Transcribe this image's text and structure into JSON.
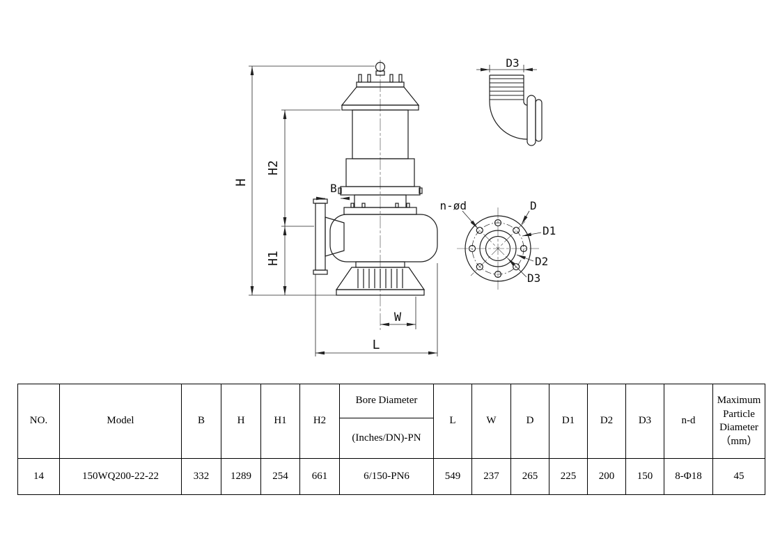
{
  "drawing": {
    "pump_view": {
      "dim_H": "H",
      "dim_H2": "H2",
      "dim_H1": "H1",
      "dim_B": "B",
      "dim_W": "W",
      "dim_L": "L"
    },
    "elbow_view": {
      "dim_D3": "D3"
    },
    "flange_view": {
      "label_n_od": "n-ød",
      "label_D": "D",
      "label_D1": "D1",
      "label_D2": "D2",
      "label_D3": "D3"
    }
  },
  "table": {
    "headers": {
      "no": "NO.",
      "model": "Model",
      "b": "B",
      "h": "H",
      "h1": "H1",
      "h2": "H2",
      "bore_line1": "Bore Diameter",
      "bore_line2": "(Inches/DN)-PN",
      "l": "L",
      "w": "W",
      "d": "D",
      "d1": "D1",
      "d2": "D2",
      "d3": "D3",
      "n_d": "n-d",
      "max_particle": "Maximum Particle Diameter（mm）"
    },
    "rows": [
      {
        "no": "14",
        "model": "150WQ200-22-22",
        "b": "332",
        "h": "1289",
        "h1": "254",
        "h2": "661",
        "bore": "6/150-PN6",
        "l": "549",
        "w": "237",
        "d": "265",
        "d1": "225",
        "d2": "200",
        "d3": "150",
        "n_d": "8-Φ18",
        "max_particle": "45"
      }
    ]
  }
}
